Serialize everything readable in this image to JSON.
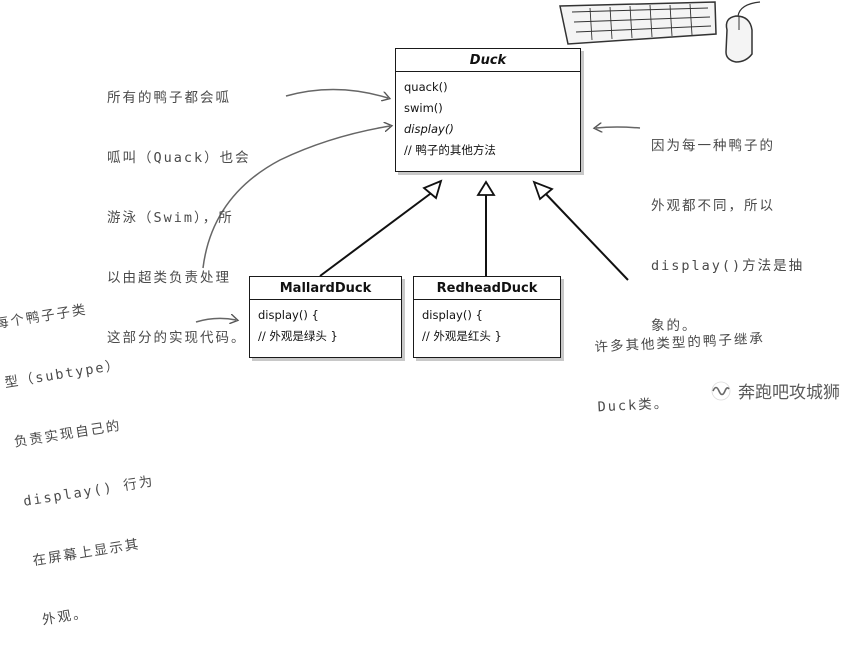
{
  "diagram": {
    "superclass": {
      "name": "Duck",
      "methods": [
        {
          "text": "quack()",
          "italic": false
        },
        {
          "text": "swim()",
          "italic": false
        },
        {
          "text": "display()",
          "italic": true
        },
        {
          "text": "// 鸭子的其他方法",
          "italic": false
        }
      ]
    },
    "subclasses": [
      {
        "name": "MallardDuck",
        "lines": [
          "display() {",
          "//  外观是绿头 }"
        ]
      },
      {
        "name": "RedheadDuck",
        "lines": [
          "display() {",
          "//   外观是红头 }"
        ]
      }
    ]
  },
  "notes": {
    "top_left": [
      "所有的鸭子都会呱",
      "呱叫（Quack）也会",
      "游泳（Swim），所",
      "以由超类负责处理",
      "这部分的实现代码。"
    ],
    "top_right": [
      "因为每一种鸭子的",
      "外观都不同，所以",
      "display()方法是抽",
      "象的。"
    ],
    "bottom_left": [
      "每个鸭子子类",
      "型（subtype）",
      "负责实现自己的",
      "display() 行为",
      "在屏幕上显示其",
      "外观。"
    ],
    "bottom_right": [
      "许多其他类型的鸭子继承",
      "Duck类。"
    ]
  },
  "watermark": "奔跑吧攻城狮"
}
